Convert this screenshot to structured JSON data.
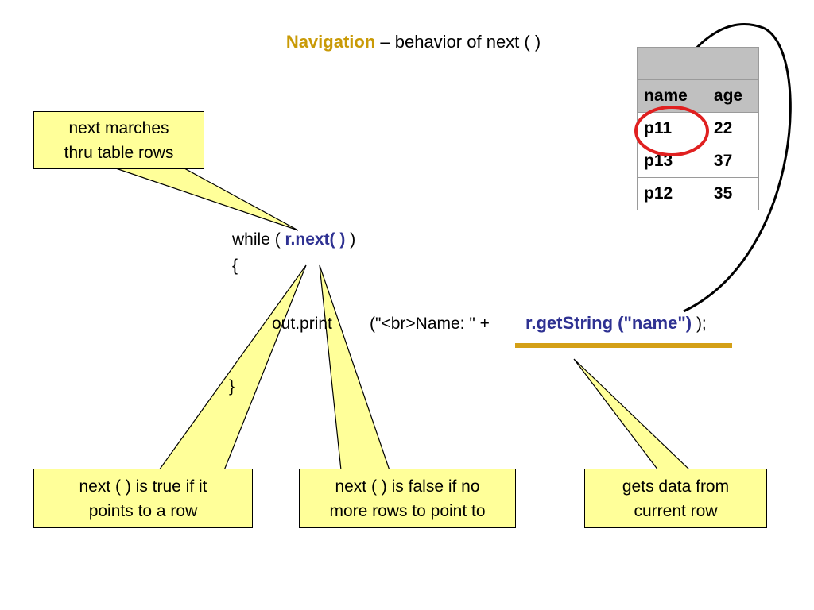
{
  "title": {
    "accent": "Navigation",
    "rest": " – behavior of next ( )"
  },
  "callouts": {
    "marches": "next marches\nthru table rows",
    "true_if": "next ( ) is true if it\npoints to a row",
    "false_if": "next ( ) is false if no\nmore rows to point to",
    "gets_data": "gets data from\ncurrent row"
  },
  "code": {
    "while_prefix": "while ( ",
    "while_call": "r.next( )",
    "while_suffix": " )",
    "open_brace": "{",
    "print_prefix": "out.print",
    "print_args": "(\"<br>Name: \" +",
    "getstring_call": "r.getString (\"name\")",
    "print_suffix": " );",
    "close_brace": "}"
  },
  "result_table": {
    "columns": [
      "name",
      "age"
    ],
    "rows": [
      [
        "p11",
        "22"
      ],
      [
        "p13",
        "37"
      ],
      [
        "p12",
        "35"
      ]
    ]
  },
  "colors": {
    "accent": "#c99a06",
    "code_call": "#2e3192",
    "callout_fill": "#ffff99",
    "highlight_circle": "#e02020",
    "underline": "#d4a017"
  }
}
